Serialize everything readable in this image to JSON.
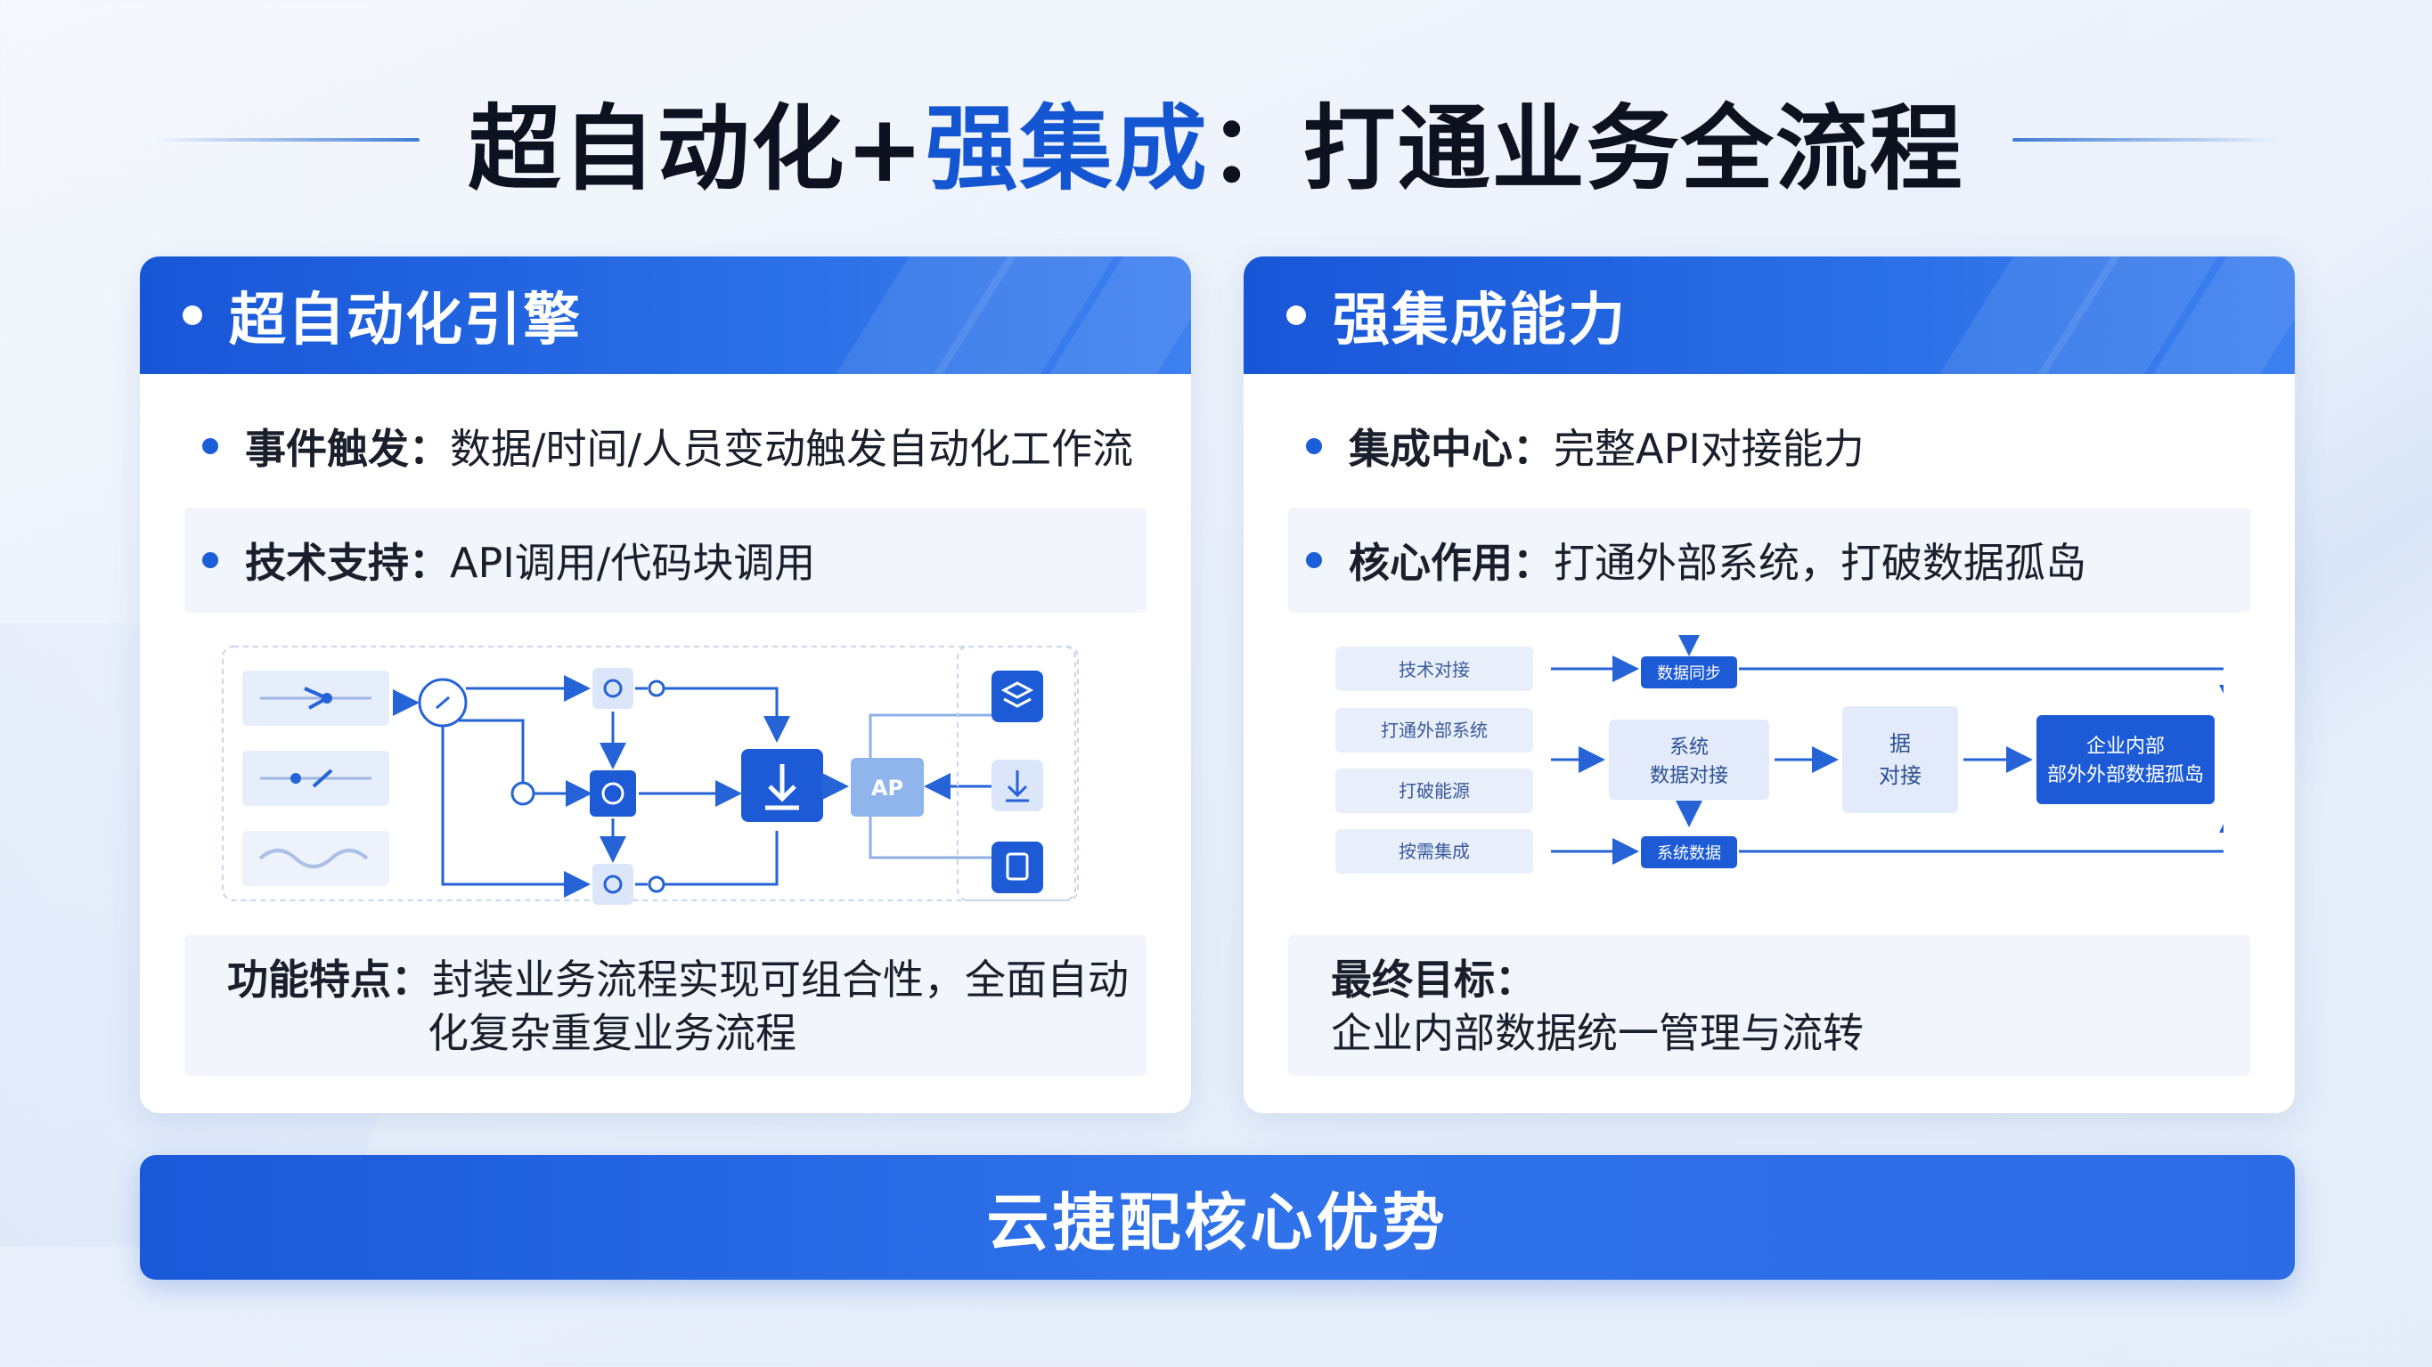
{
  "title": {
    "main": "超自动化+",
    "accent": "强集成",
    "rest": "：打通业务全流程"
  },
  "colors": {
    "primary": "#1a59d9",
    "accent_text": "#1456d2",
    "panel_bg": "#f2f5fb"
  },
  "left_card": {
    "header": "超自动化引擎",
    "bullets": [
      {
        "label": "事件触发：",
        "text": "数据/时间/人员变动触发自动化工作流"
      },
      {
        "label": "技术支持：",
        "text": "API调用/代码块调用"
      }
    ],
    "feature": {
      "label": "功能特点：",
      "line1": "封装业务流程实现可组合性，全面自动",
      "line2": "化复杂重复业务流程"
    },
    "diagram": {
      "api_label": "AP"
    }
  },
  "right_card": {
    "header": "强集成能力",
    "bullets": [
      {
        "label": "集成中心：",
        "text": "完整API对接能力"
      },
      {
        "label": "核心作用：",
        "text": "打通外部系统，打破数据孤岛"
      }
    ],
    "diagram": {
      "inputs": [
        "技术对接",
        "打通外部系统",
        "打破能源",
        "按需集成"
      ],
      "top_node": "数据同步",
      "bottom_node": "系统数据",
      "center_node": {
        "line1": "系统",
        "line2": "数据对接"
      },
      "mid_node": {
        "line1": "据",
        "line2": "对接"
      },
      "final_node": {
        "line1": "企业内部",
        "line2": "部外外部数据孤岛"
      }
    },
    "goal": {
      "label": "最终目标：",
      "text": "企业内部数据统一管理与流转"
    }
  },
  "banner": "云捷配核心优势"
}
